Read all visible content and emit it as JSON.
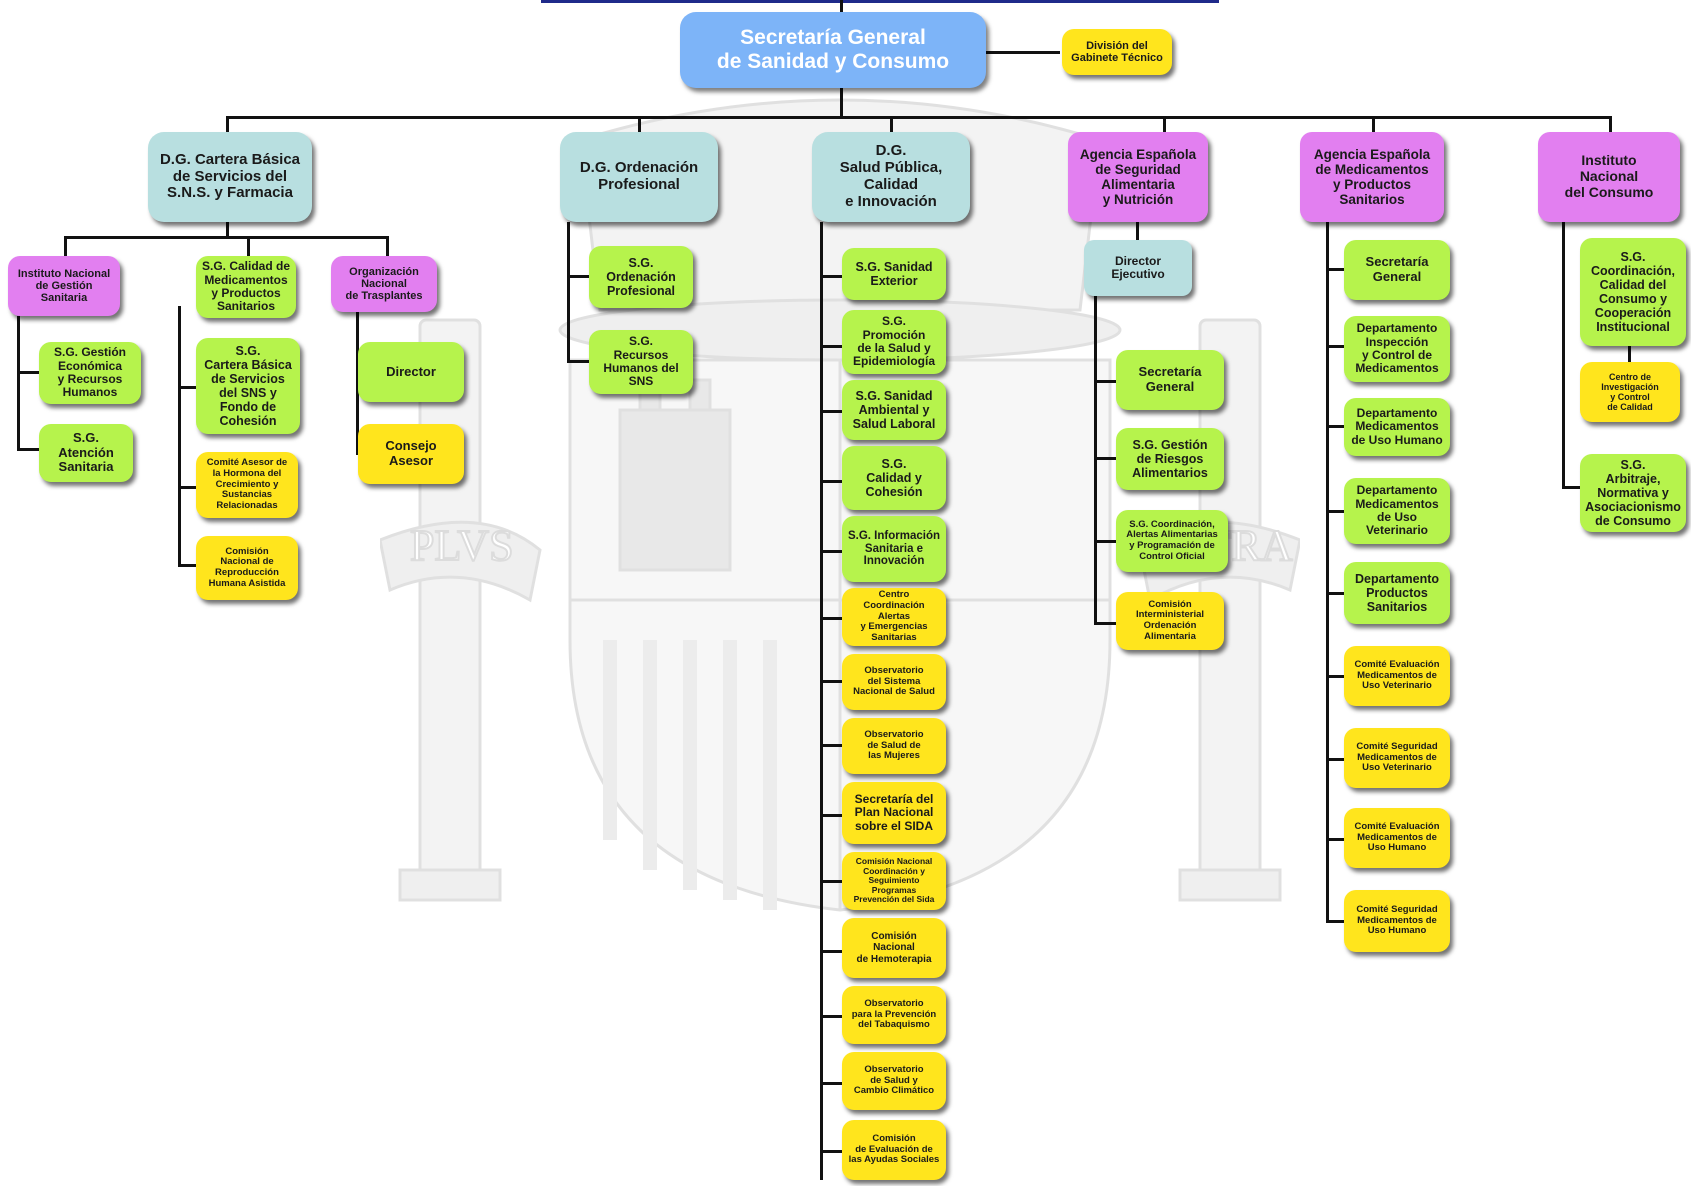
{
  "nodes": {
    "root": "Secretaría General\nde Sanidad y Consumo",
    "gabinete": "División del\nGabinete Técnico",
    "dg_cartera": "D.G. Cartera Básica\nde Servicios del\nS.N.S. y Farmacia",
    "ingesa": "Instituto Nacional\nde Gestión\nSanitaria",
    "ingesa_economica": "S.G. Gestión\nEconómica\ny Recursos\nHumanos",
    "ingesa_atencion": "S.G.\nAtención\nSanitaria",
    "sg_calidad_medicamentos": "S.G. Calidad de\nMedicamentos\ny Productos\nSanitarios",
    "sg_cartera_basica": "S.G.\nCartera Básica\nde Servicios\ndel SNS y\nFondo de\nCohesión",
    "comite_hormona": "Comité Asesor de\nla Hormona del\nCrecimiento y\nSustancias\nRelacionadas",
    "comision_reproduccion": "Comisión\nNacional de\nReproducción\nHumana Asistida",
    "ont": "Organización\nNacional\nde Trasplantes",
    "ont_director": "Director",
    "ont_consejo": "Consejo\nAsesor",
    "dg_ordenacion": "D.G. Ordenación\nProfesional",
    "sg_ordenacion": "S.G.\nOrdenación\nProfesional",
    "sg_rrhh": "S.G.\nRecursos\nHumanos del\nSNS",
    "dg_salud_publica": "D.G.\nSalud Pública,\nCalidad\ne Innovación",
    "sp_sanidad_exterior": "S.G. Sanidad\nExterior",
    "sp_promocion": "S.G.\nPromoción\nde la Salud y\nEpidemiología",
    "sp_ambiental": "S.G. Sanidad\nAmbiental y\nSalud Laboral",
    "sp_calidad": "S.G.\nCalidad y\nCohesión",
    "sp_informacion": "S.G. Información\nSanitaria e\nInnovación",
    "sp_alertas": "Centro\nCoordinación\nAlertas\ny Emergencias\nSanitarias",
    "sp_observatorio_sns": "Observatorio\ndel Sistema\nNacional de Salud",
    "sp_observatorio_mujeres": "Observatorio\nde Salud de\nlas Mujeres",
    "sp_sida": "Secretaría del\nPlan Nacional\nsobre el SIDA",
    "sp_comision_sida": "Comisión Nacional\nCoordinación y\nSeguimiento\nProgramas\nPrevención del Sida",
    "sp_hemoterapia": "Comisión\nNacional\nde Hemoterapia",
    "sp_tabaquismo": "Observatorio\npara la Prevención\ndel Tabaquismo",
    "sp_cambio_climatico": "Observatorio\nde Salud y\nCambio Climático",
    "sp_ayudas": "Comisión\nde Evaluación de\nlas Ayudas Sociales",
    "aesan": "Agencia Española\nde Seguridad\nAlimentaria\ny Nutrición",
    "aesan_director": "Director\nEjecutivo",
    "aesan_secretaria": "Secretaría\nGeneral",
    "aesan_riesgos": "S.G. Gestión\nde Riesgos\nAlimentarios",
    "aesan_coordinacion": "S.G. Coordinación,\nAlertas Alimentarias\ny Programación de\nControl Oficial",
    "aesan_comision": "Comisión\nInterministerial\nOrdenación\nAlimentaria",
    "aemps": "Agencia Española\nde Medicamentos\ny Productos\nSanitarios",
    "aemps_secretaria": "Secretaría\nGeneral",
    "aemps_inspeccion": "Departamento\nInspección\ny Control de\nMedicamentos",
    "aemps_uso_humano": "Departamento\nMedicamentos\nde Uso Humano",
    "aemps_veterinario": "Departamento\nMedicamentos\nde Uso\nVeterinario",
    "aemps_productos": "Departamento\nProductos\nSanitarios",
    "aemps_comite_eval_vet": "Comité Evaluación\nMedicamentos de\nUso Veterinario",
    "aemps_comite_seg_vet": "Comité Seguridad\nMedicamentos de\nUso Veterinario",
    "aemps_comite_eval_hum": "Comité Evaluación\nMedicamentos de\nUso Humano",
    "aemps_comite_seg_hum": "Comité Seguridad\nMedicamentos de\nUso Humano",
    "inc": "Instituto\nNacional\ndel Consumo",
    "inc_coordinacion": "S.G.\nCoordinación,\nCalidad del\nConsumo y\nCooperación\nInstitucional",
    "inc_centro": "Centro de\nInvestigación\ny Control\nde Calidad",
    "inc_arbitraje": "S.G.\nArbitraje,\nNormativa y\nAsociacionismo\nde Consumo"
  },
  "watermark": {
    "left_motto": "PLVS",
    "right_motto": "VLTRA"
  },
  "colors": {
    "root": "#7db4f8",
    "direccion_general": "#b8dfe0",
    "organismo": "#e27ff0",
    "subdireccion": "#b6f34c",
    "organo_colegiado": "#ffe51d"
  }
}
